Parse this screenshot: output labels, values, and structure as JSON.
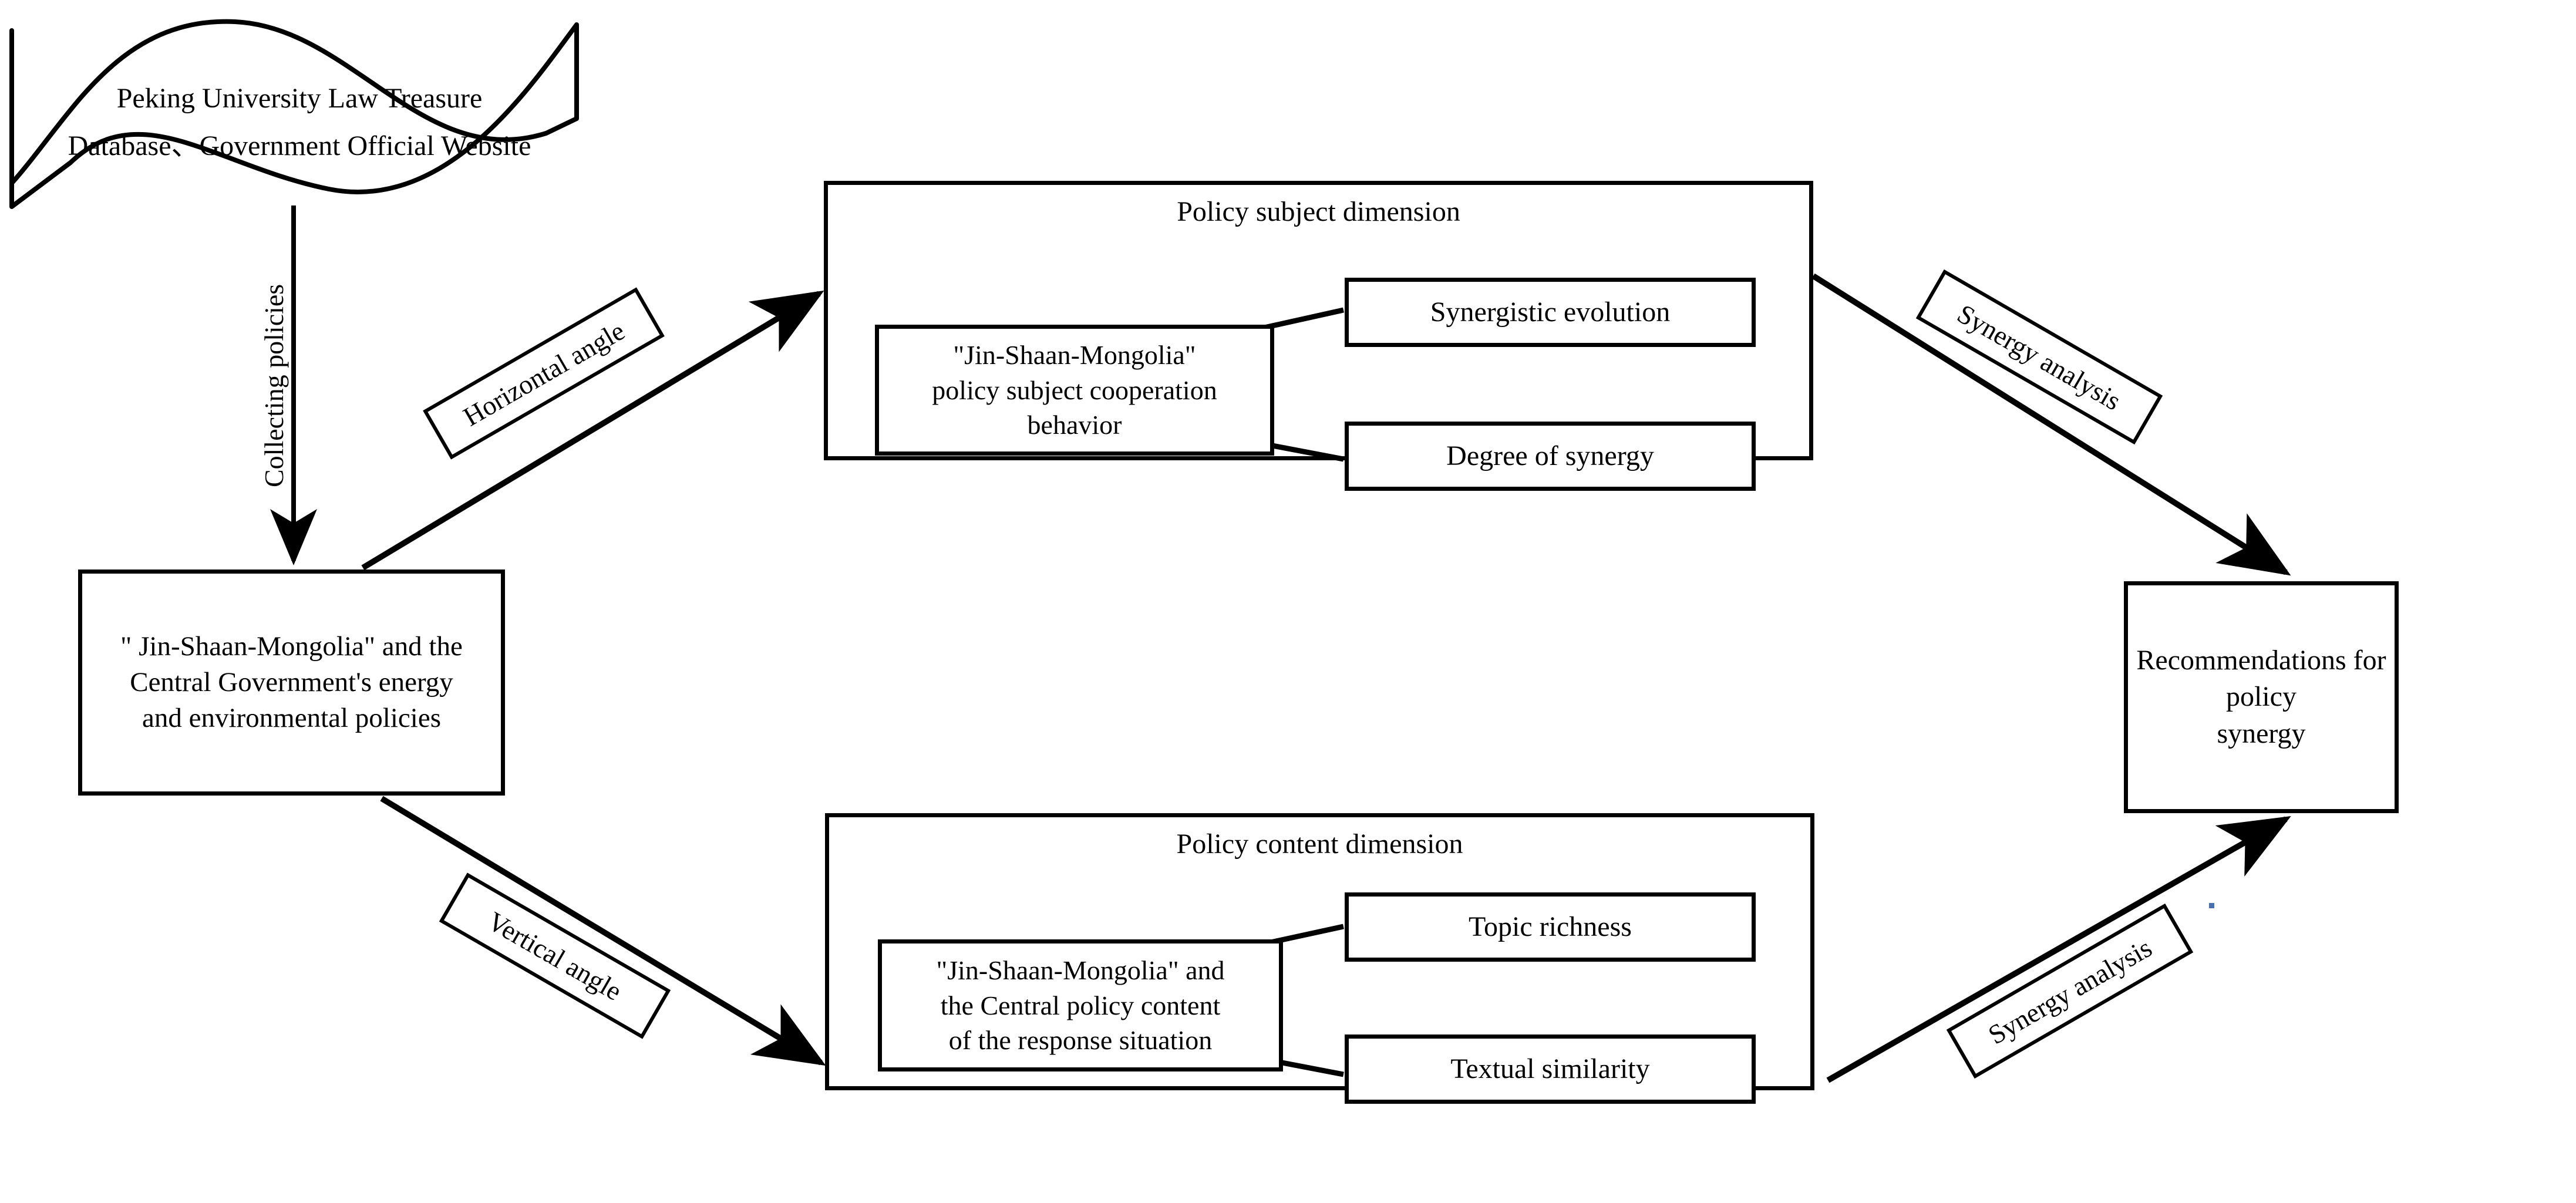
{
  "diagram": {
    "title": "Research framework for policy synergy analysis",
    "background_color": "#ffffff",
    "line_color": "#000000",
    "source_document": {
      "shape": "wave-document",
      "line1": "Peking University Law Treasure",
      "line2": "Database、Government Official Website"
    },
    "edges": {
      "collecting_policies": "Collecting policies",
      "horizontal_angle": "Horizontal angle",
      "vertical_angle": "Vertical angle",
      "synergy_analysis_top": "Synergy analysis",
      "synergy_analysis_bottom": "Synergy analysis"
    },
    "policy_corpus_box": {
      "line1": "\" Jin-Shaan-Mongolia\" and the",
      "line2": "Central Government's energy",
      "line3": "and environmental policies"
    },
    "subject_panel": {
      "title": "Policy subject dimension",
      "main_box": {
        "line1": "\"Jin-Shaan-Mongolia\"",
        "line2": "policy subject cooperation",
        "line3": "behavior"
      },
      "branches": [
        {
          "label": "Synergistic evolution"
        },
        {
          "label": "Degree of synergy"
        }
      ]
    },
    "content_panel": {
      "title": "Policy content dimension",
      "main_box": {
        "line1": "\"Jin-Shaan-Mongolia\" and",
        "line2": "the Central policy content",
        "line3": "of the response situation"
      },
      "branches": [
        {
          "label": "Topic richness"
        },
        {
          "label": "Textual similarity"
        }
      ]
    },
    "outcome_box": {
      "line1": "Recommendations for policy",
      "line2": "synergy"
    }
  }
}
